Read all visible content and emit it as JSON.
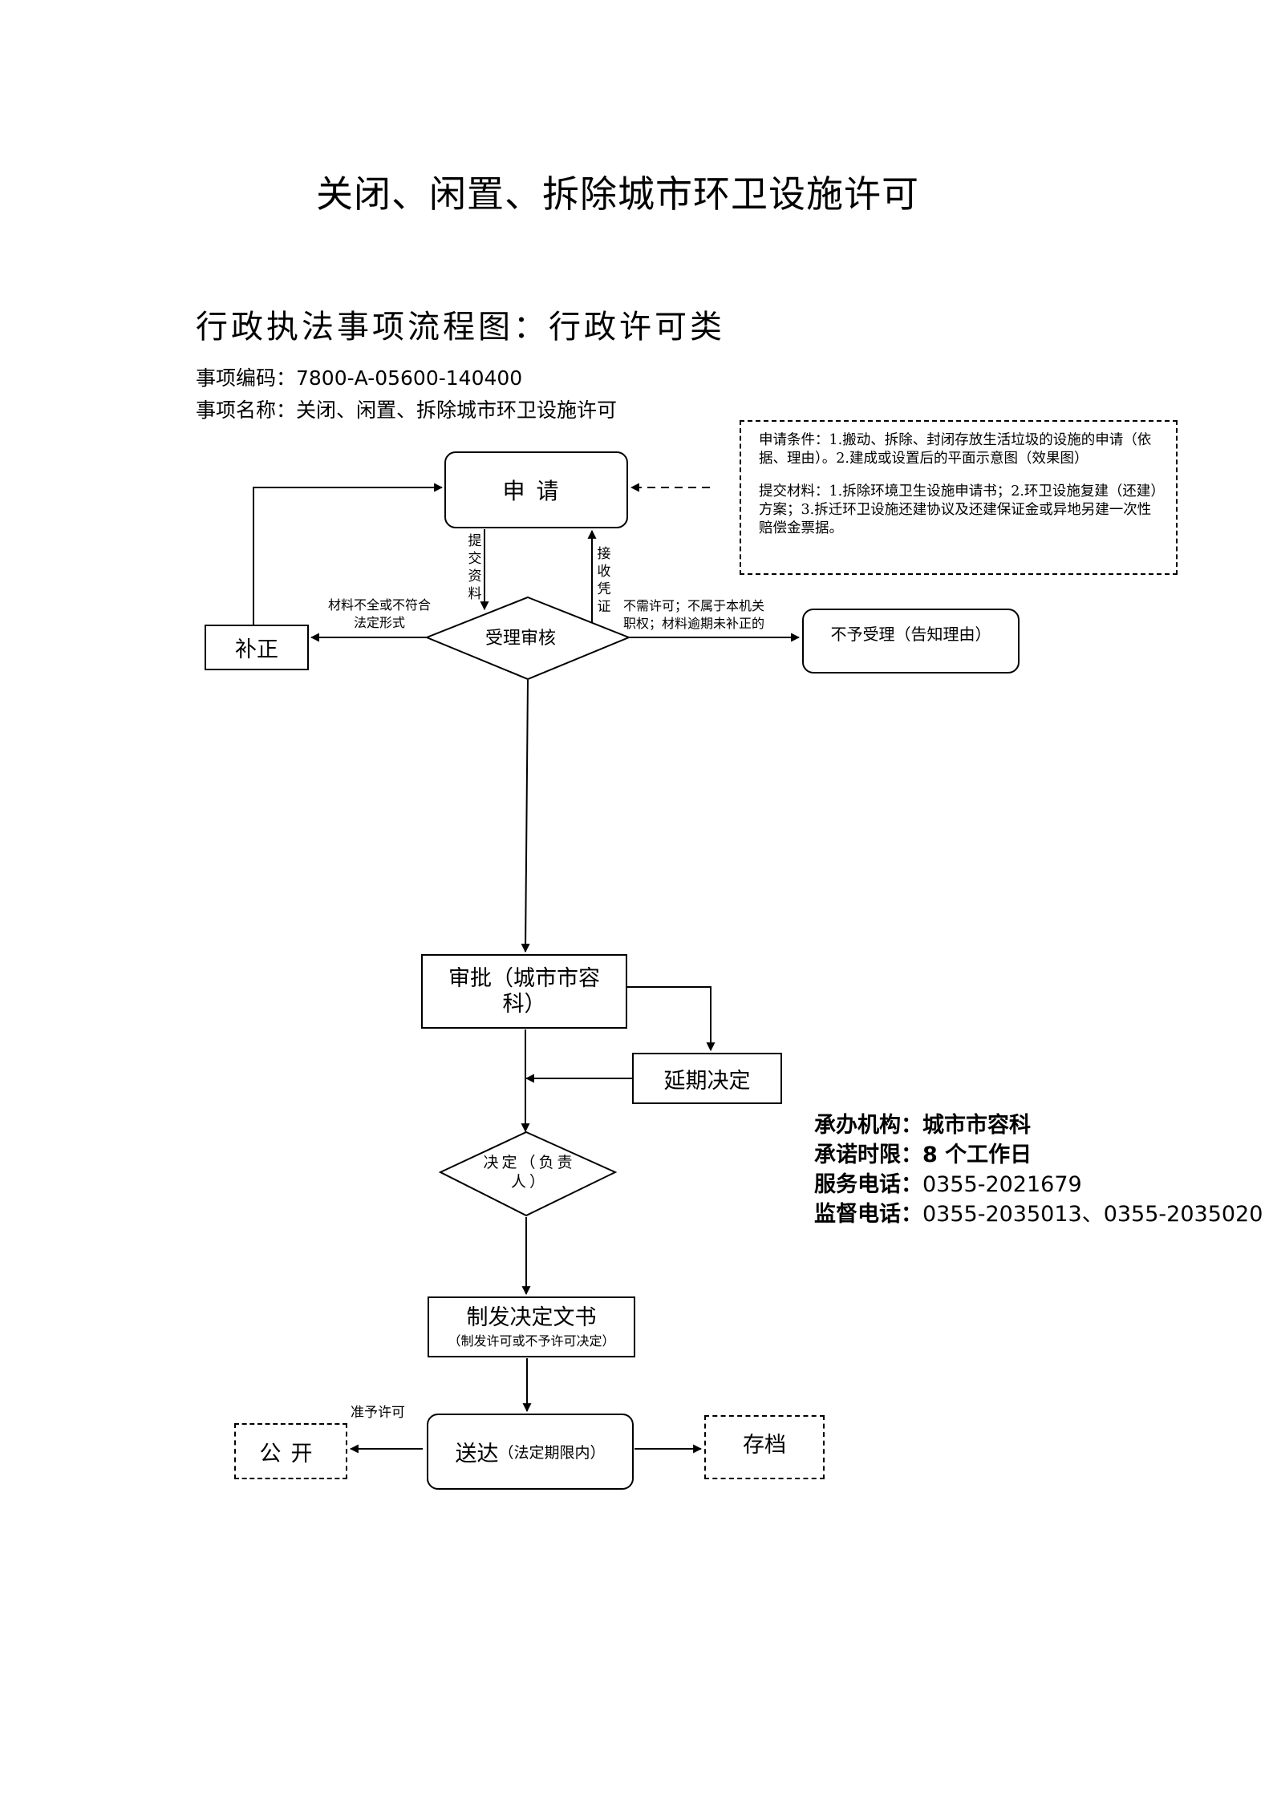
{
  "title": "关闭、闲置、拆除城市环卫设施许可",
  "subtitle": "行政执法事项流程图：行政许可类",
  "code_line": "事项编码：7800-A-05600-140400",
  "name_line": "事项名称：关闭、闲置、拆除城市环卫设施许可",
  "note": {
    "conditions": "申请条件：1.搬动、拆除、封闭存放生活垃圾的设施的申请（依据、理由）。2.建成或设置后的平面示意图（效果图）",
    "materials": "提交材料：1.拆除环境卫生设施申请书；2.环卫设施复建（还建）方案；3.拆迁环卫设施还建协议及还建保证金或异地另建一次性赔偿金票据。"
  },
  "nodes": {
    "apply": "申请",
    "review": "受理审核",
    "fix": "补正",
    "reject": "不予受理（告知理由）",
    "approve": "审批（城市市容科）",
    "extend": "延期决定",
    "decide": "决定（负责人）",
    "issue": "制发决定文书",
    "issue_sub": "（制发许可或不予许可决定）",
    "deliver": "送达",
    "deliver_sub": "（法定期限内）",
    "public": "公开",
    "archive": "存档"
  },
  "edge_labels": {
    "submit": "提交资料",
    "receipt": "接收凭证",
    "incomplete_1": "材料不全或不符合",
    "incomplete_2": "法定形式",
    "reject_1": "不需许可；不属于本机关",
    "reject_2": "职权；材料逾期未补正的",
    "grant": "准予许可"
  },
  "info": {
    "agency_label": "承办机构：",
    "agency": "城市市容科",
    "deadline_label": "承诺时限：",
    "deadline": "8 个工作日",
    "service_label": "服务电话：",
    "service": "0355-2021679",
    "supervise_label": "监督电话：",
    "supervise": "0355-2035013、0355-2035020"
  }
}
